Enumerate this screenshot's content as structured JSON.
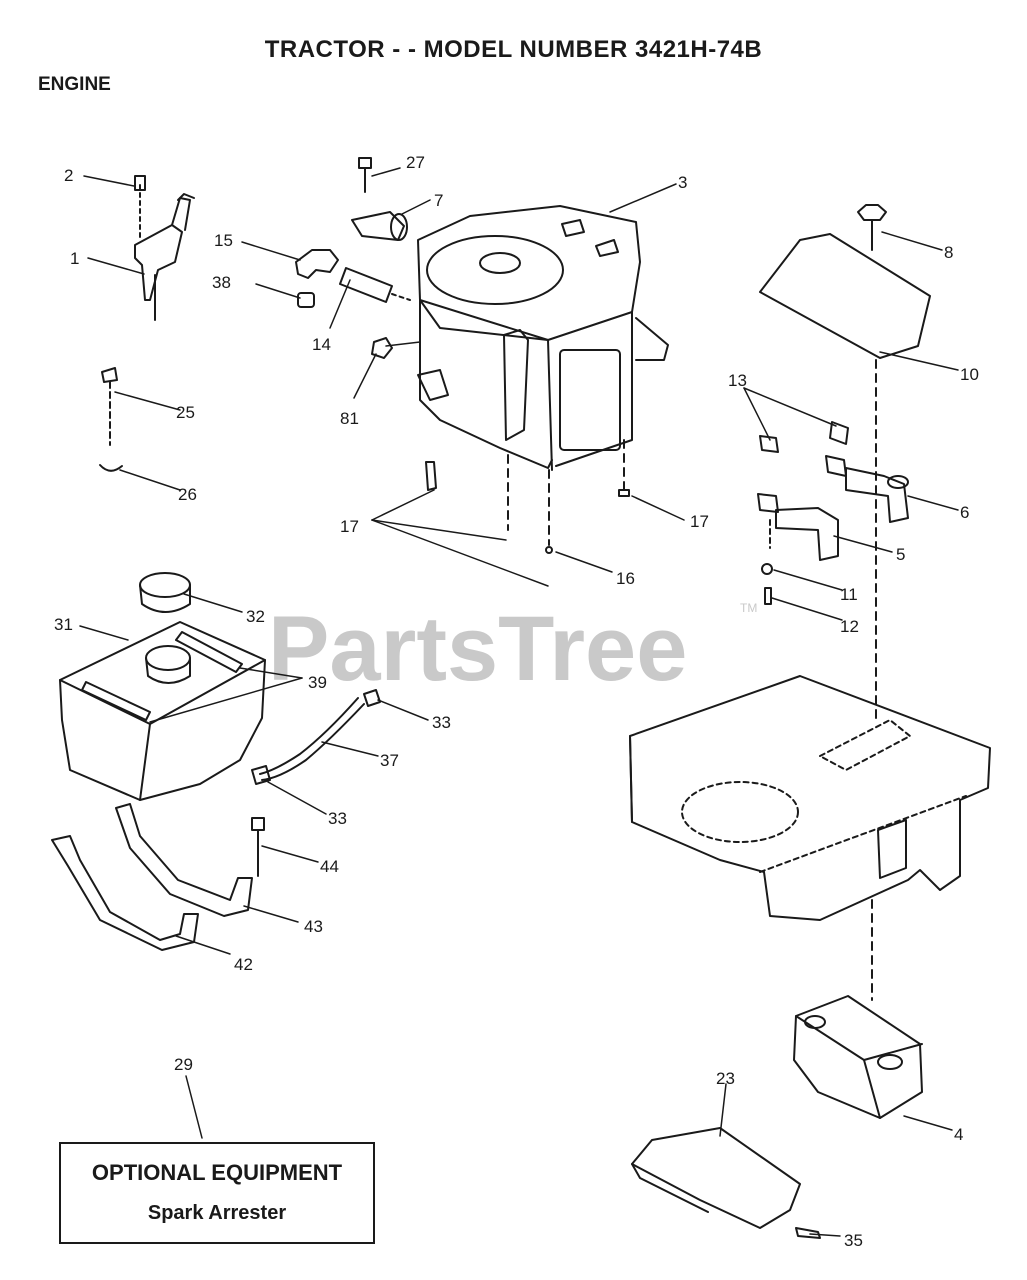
{
  "header": {
    "title": "TRACTOR - - MODEL NUMBER 3421H-74B",
    "section": "ENGINE"
  },
  "watermark": {
    "text": "PartsTree",
    "tm": "TM"
  },
  "callouts": {
    "c1": "1",
    "c2": "2",
    "c3": "3",
    "c4": "4",
    "c5": "5",
    "c6": "6",
    "c7": "7",
    "c8": "8",
    "c10": "10",
    "c11": "11",
    "c12": "12",
    "c13": "13",
    "c14": "14",
    "c15": "15",
    "c16": "16",
    "c17a": "17",
    "c17b": "17",
    "c23": "23",
    "c25": "25",
    "c26": "26",
    "c27": "27",
    "c29": "29",
    "c31": "31",
    "c32": "32",
    "c33a": "33",
    "c33b": "33",
    "c35": "35",
    "c37": "37",
    "c38": "38",
    "c39": "39",
    "c42": "42",
    "c43": "43",
    "c44": "44",
    "c81": "81"
  },
  "optional_box": {
    "heading": "OPTIONAL EQUIPMENT",
    "item": "Spark Arrester"
  }
}
